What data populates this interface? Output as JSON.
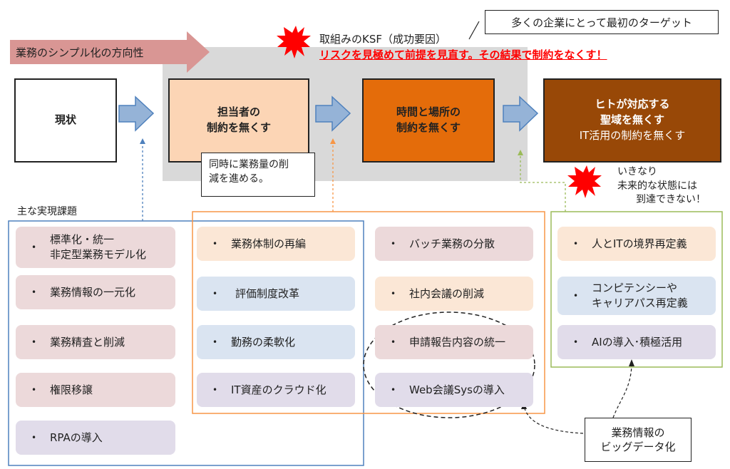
{
  "direction_label": "業務のシンプル化の方向性",
  "ksf": {
    "title": "取組みのKSF（成功要因）",
    "main": "リスクを見極めて前提を見直す。その結果で制約をなくす！"
  },
  "callout_target": "多くの企業にとって最初のターゲット",
  "stages": {
    "current": "現状",
    "stage1": [
      "担当者の",
      "制約を無くす"
    ],
    "stage2": [
      "時間と場所の",
      "制約を無くす"
    ],
    "stage3": [
      "ヒトが対応する",
      "聖域を無くす"
    ],
    "stage3_sub": "IT活用の制約を無くす"
  },
  "note_simultaneous": [
    "同時に業務量の削",
    "減を進める。"
  ],
  "note_future": [
    "いきなり",
    "未来的な状態には",
    "到達できない！"
  ],
  "main_issues_label": "主な実現課題",
  "col1": [
    [
      "標準化・統一",
      "非定型業務モデル化"
    ],
    [
      "業務情報の一元化"
    ],
    [
      "業務精査と削減"
    ],
    [
      "権限移譲"
    ],
    [
      "RPAの導入"
    ]
  ],
  "col2": [
    "業務体制の再編",
    "評価制度改革",
    "勤務の柔軟化",
    "IT資産のクラウド化"
  ],
  "col3": [
    "バッチ業務の分散",
    "社内会議の削減",
    "申請報告内容の統一",
    "Web会議Sysの導入"
  ],
  "col4": [
    [
      "人とITの境界再定義"
    ],
    [
      "コンピテンシーや",
      "キャリアパス再定義"
    ],
    [
      "AIの導入･積極活用"
    ]
  ],
  "bigdata": [
    "業務情報の",
    "ビッグデータ化"
  ],
  "bullet": "•",
  "colors": {
    "stage1": "#fcd5b5",
    "stage2": "#e46c0a",
    "stage3": "#984807",
    "arrow": "#95b3d7",
    "ksf_red": "#ff0000",
    "direction": "#d99694",
    "group_blue": "#4f81bd",
    "group_orange": "#f79646",
    "group_green": "#9bbb59"
  }
}
